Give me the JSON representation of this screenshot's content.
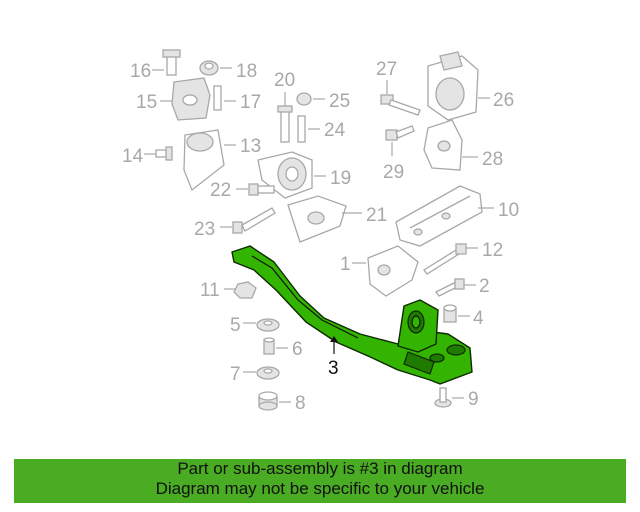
{
  "callouts": {
    "p1": "1",
    "p2": "2",
    "p3": "3",
    "p4": "4",
    "p5": "5",
    "p6": "6",
    "p7": "7",
    "p8": "8",
    "p9": "9",
    "p10": "10",
    "p11": "11",
    "p12": "12",
    "p13": "13",
    "p14": "14",
    "p15": "15",
    "p16": "16",
    "p17": "17",
    "p18": "18",
    "p19": "19",
    "p20": "20",
    "p21": "21",
    "p22": "22",
    "p23": "23",
    "p24": "24",
    "p25": "25",
    "p26": "26",
    "p27": "27",
    "p28": "28",
    "p29": "29"
  },
  "highlight_part": "3",
  "colors": {
    "highlight": "#33b400",
    "banner": "#4aac23",
    "gray": "#a8a8a8"
  },
  "banner": {
    "line1": "Part or sub-assembly is #3 in diagram",
    "line2": "Diagram may not be specific to your vehicle"
  }
}
